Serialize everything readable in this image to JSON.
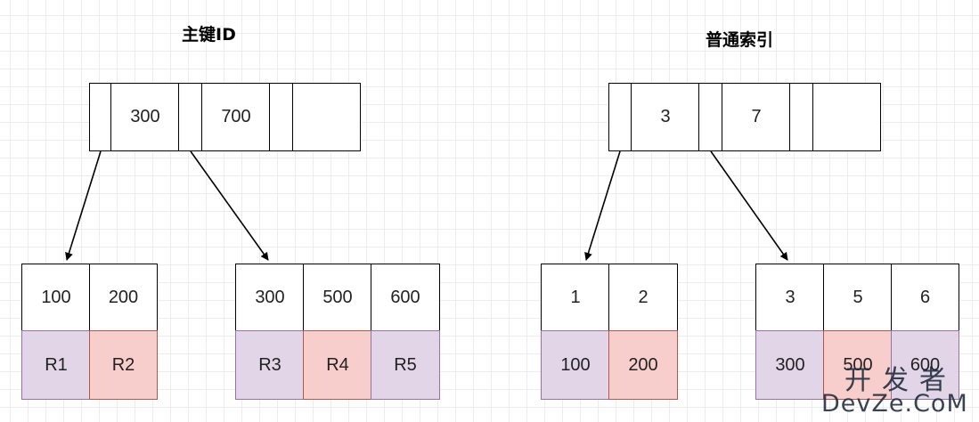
{
  "titles": {
    "left": "主键ID",
    "right": "普通索引"
  },
  "primary_tree": {
    "root_keys": [
      "300",
      "700"
    ],
    "leaf1": {
      "keys": [
        "100",
        "200"
      ],
      "rows": [
        "R1",
        "R2"
      ]
    },
    "leaf2": {
      "keys": [
        "300",
        "500",
        "600"
      ],
      "rows": [
        "R3",
        "R4",
        "R5"
      ]
    }
  },
  "secondary_tree": {
    "root_keys": [
      "3",
      "7"
    ],
    "leaf1": {
      "keys": [
        "1",
        "2"
      ],
      "rows": [
        "100",
        "200"
      ]
    },
    "leaf2": {
      "keys": [
        "3",
        "5",
        "6"
      ],
      "rows": [
        "300",
        "500",
        "600"
      ]
    }
  },
  "colors": {
    "purple_fill": "#e1d5e7",
    "purple_stroke": "#9673a6",
    "red_fill": "#f8cecc",
    "red_stroke": "#b85450"
  },
  "watermark": {
    "top": "开发者",
    "bottom": "DevZe.CoM"
  }
}
